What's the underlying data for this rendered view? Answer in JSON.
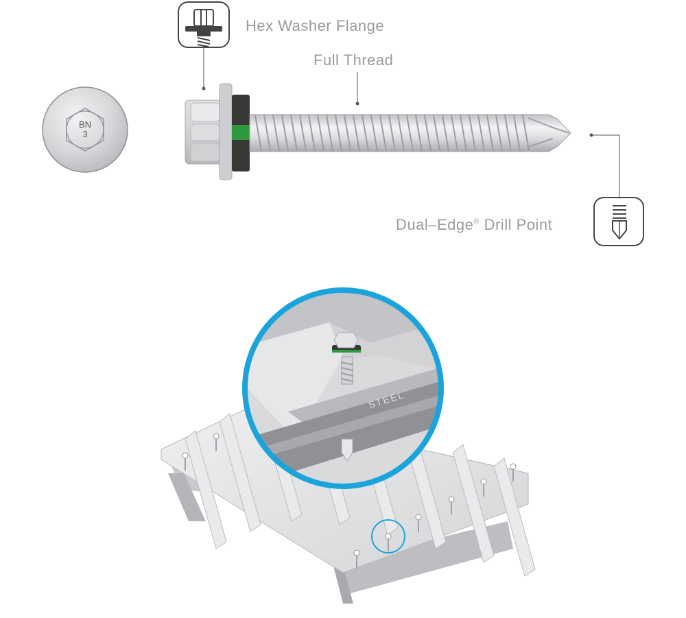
{
  "callouts": {
    "hex_washer": "Hex Washer Flange",
    "full_thread": "Full Thread",
    "drill_point": "Dual–Edge",
    "drill_point_mark": "®",
    "drill_point_suffix": " Drill Point"
  },
  "head_stamp": {
    "line1": "BN",
    "line2": "3"
  },
  "purlin_text": "STEEL",
  "colors": {
    "accent_circle": "#1ba3dc",
    "washer_seal": "#2e9a3f",
    "washer_dark": "#3a3837",
    "metal_light": "#e6e7e9",
    "metal_mid": "#c9cbce",
    "metal_dark": "#a6a8ab",
    "label": "#9a9a9a"
  },
  "icons": [
    "hex-washer-flange-icon",
    "drill-point-icon",
    "screw-head-top-icon",
    "magnifier-circle"
  ]
}
